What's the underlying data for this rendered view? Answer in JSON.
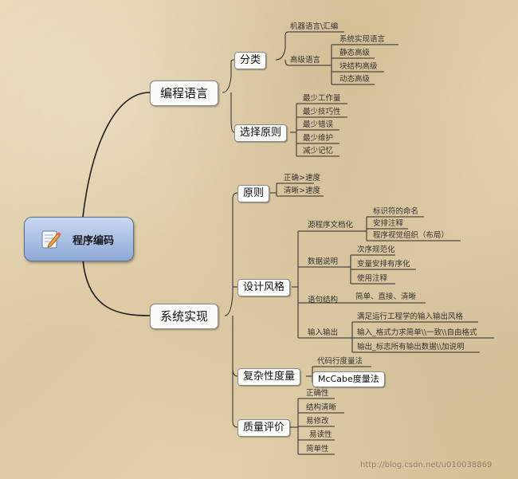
{
  "root": {
    "label": "程序编码",
    "icon": "document-pencil-icon"
  },
  "branches": {
    "b1": {
      "label": "编程语言",
      "c1": {
        "label": "分类",
        "m1": {
          "label": "机器语言\\汇编"
        },
        "m2": {
          "label": "高级语言",
          "leaves": [
            "系统实现语言",
            "静态高级",
            "块结构高级",
            "动态高级"
          ]
        }
      },
      "c2": {
        "label": "选择原则",
        "leaves": [
          "最少工作量",
          "最少技巧性",
          "最少错误",
          "最少维护",
          "减少记忆"
        ]
      }
    },
    "b2": {
      "label": "系统实现",
      "c1": {
        "label": "原则",
        "leaves": [
          "正确>速度",
          "清晰>速度"
        ]
      },
      "c2": {
        "label": "设计风格",
        "m1": {
          "label": "源程序文档化",
          "leaves": [
            "标识符的命名",
            "安排注释",
            "程序视觉组织（布局）"
          ]
        },
        "m2": {
          "label": "数据说明",
          "leaves": [
            "次序规范化",
            "变量安排有序化",
            "使用注释"
          ]
        },
        "m3": {
          "label": "语句结构",
          "leaves": [
            "简单、直接、清晰"
          ]
        },
        "m4": {
          "label": "输入输出",
          "leaves": [
            "满足运行工程学的输入输出风格",
            "输入_格式力求简单\\\\一致\\\\自由格式",
            "输出_标志所有输出数据\\\\加说明"
          ]
        }
      },
      "c3": {
        "label": "复杂性度量",
        "leaves": [
          "代码行度量法",
          "McCabe度量法"
        ]
      },
      "c4": {
        "label": "质量评价",
        "leaves": [
          "正确性",
          "结构清晰",
          "易修改",
          "易读性",
          "简单性"
        ]
      }
    }
  },
  "watermark": "http://blog.csdn.net/u010038869"
}
